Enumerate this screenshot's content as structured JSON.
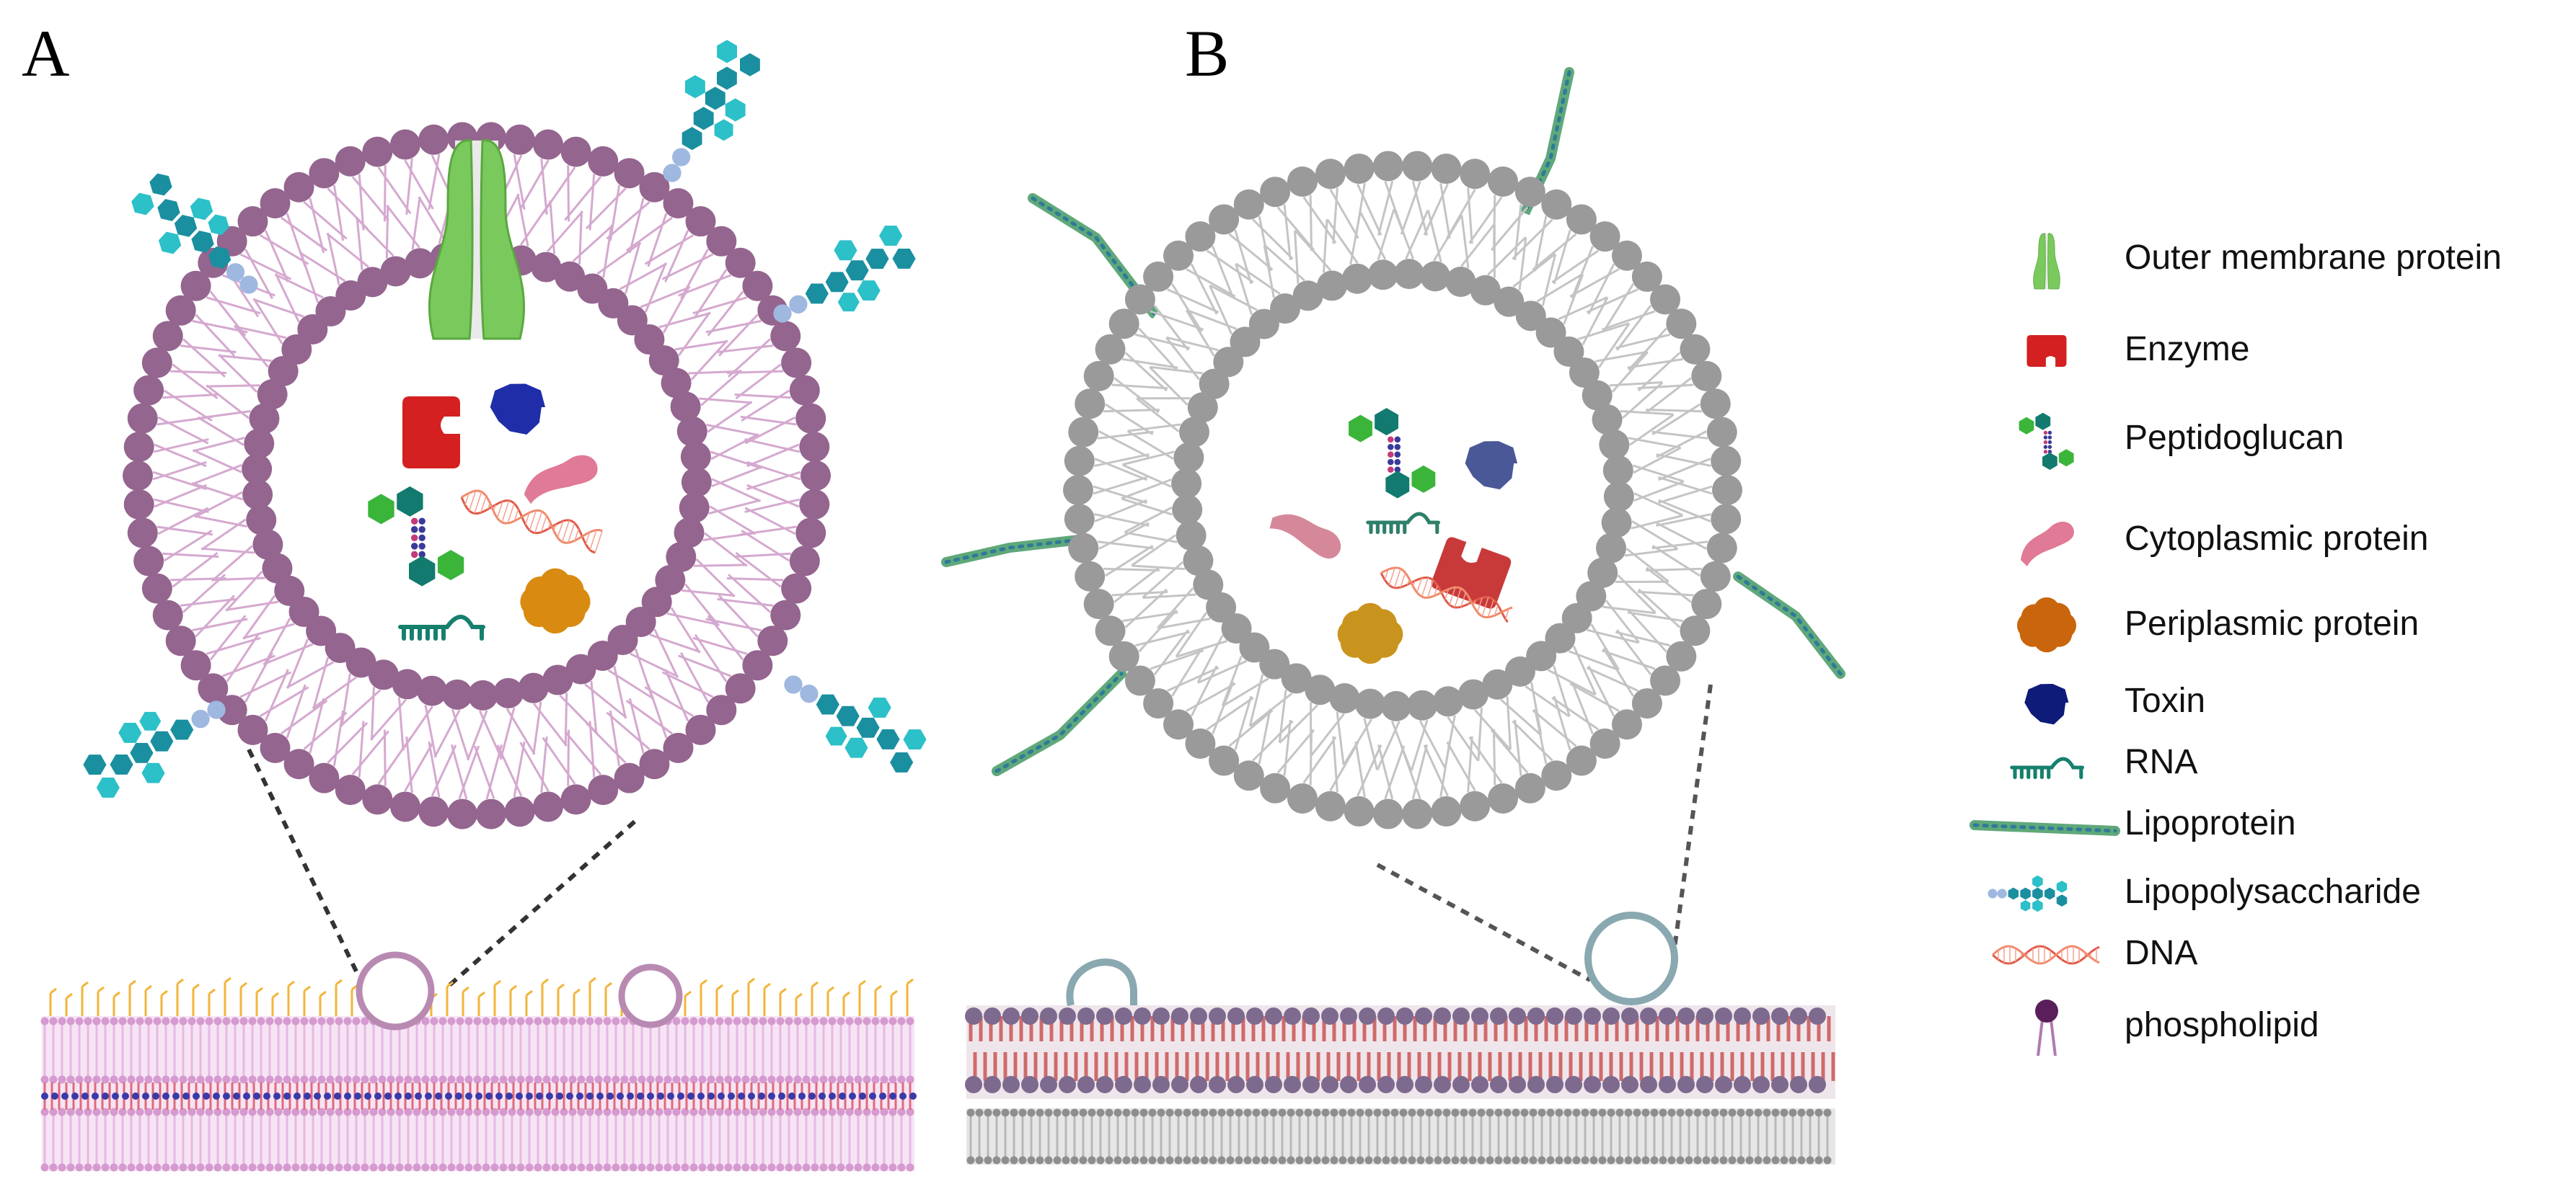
{
  "panels": {
    "a": "A",
    "b": "B"
  },
  "legend": [
    {
      "icon": "outer-membrane-protein-icon",
      "label": "Outer membrane protein"
    },
    {
      "icon": "enzyme-icon",
      "label": "Enzyme"
    },
    {
      "icon": "peptidoglucan-icon",
      "label": "Peptidoglucan"
    },
    {
      "icon": "cytoplasmic-protein-icon",
      "label": "Cytoplasmic protein"
    },
    {
      "icon": "periplasmic-protein-icon",
      "label": "Periplasmic protein"
    },
    {
      "icon": "toxin-icon",
      "label": "Toxin"
    },
    {
      "icon": "rna-icon",
      "label": "RNA"
    },
    {
      "icon": "lipoprotein-icon",
      "label": "Lipoprotein"
    },
    {
      "icon": "lipopolysaccharide-icon",
      "label": "Lipopolysaccharide"
    },
    {
      "icon": "dna-icon",
      "label": "DNA"
    },
    {
      "icon": "phospholipid-icon",
      "label": "phospholipid"
    }
  ],
  "colors": {
    "omv_lipid_head": "#94658f",
    "omv_lipid_tail": "#d5a9cf",
    "omp_green": "#7ac95c",
    "omp_green_edge": "#5aa83f",
    "lps_teal": "#1a8fa0",
    "lps_light": "#2cc0c8",
    "lps_link": "#9fb8e0",
    "enzyme_red": "#d42020",
    "toxin_blue": "#1f2ea8",
    "cytoplasmic_pink": "#e07a96",
    "periplasmic_orange": "#d98a10",
    "peptidoglycan_green": "#3ab53a",
    "peptidoglycan_teal": "#127a6e",
    "rna_teal": "#16806e",
    "dna_red": "#e05a4a",
    "gram_pos_head": "#9a9a9a",
    "gram_pos_tail": "#c4c4c4",
    "lipoprotein_green": "#5fa87a",
    "cell_wall_pink": "#e8b8e2",
    "cell_wall_yellow": "#f2b53a",
    "gp_wall_purple": "#7d6a8e",
    "gp_wall_red": "#d06a6a"
  }
}
